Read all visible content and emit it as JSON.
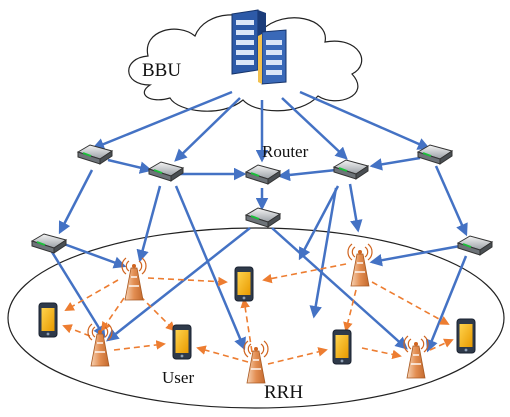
{
  "labels": {
    "bbu": "BBU",
    "router": "Router",
    "user": "User",
    "rrh": "RRH"
  },
  "colors": {
    "fronthaul_link": "#4472C4",
    "access_link": "#ED7D31",
    "phone_screen": "#F4B400",
    "rrh_body": "#E9A36E"
  },
  "icons": {
    "bbu": "server-rack-icon",
    "router": "router-icon",
    "user": "smartphone-icon",
    "rrh": "radio-tower-icon"
  }
}
